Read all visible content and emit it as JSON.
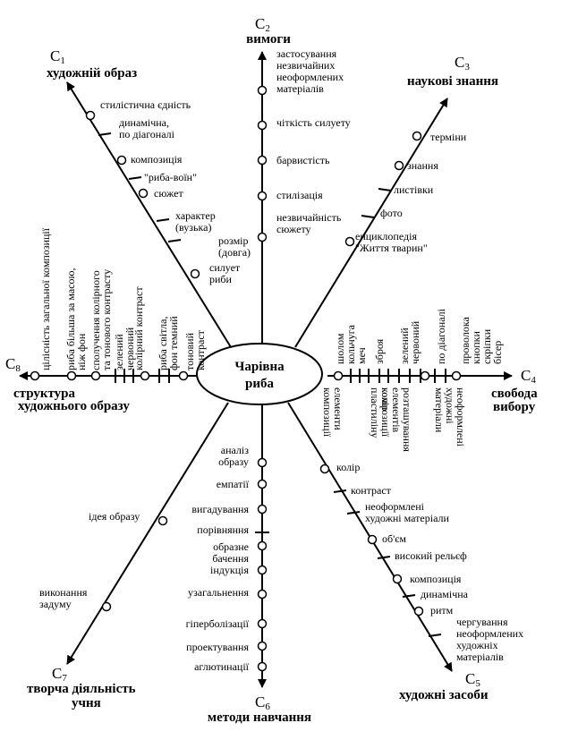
{
  "center": {
    "line1": "Чарівна",
    "line2": "риба"
  },
  "axes": {
    "c1": {
      "letter": "C",
      "index": "1",
      "title": "художній образ"
    },
    "c2": {
      "letter": "C",
      "index": "2",
      "title": "вимоги"
    },
    "c3": {
      "letter": "C",
      "index": "3",
      "title": "наукові знання"
    },
    "c4": {
      "letter": "C",
      "index": "4",
      "title_1": "свобода",
      "title_2": "вибору"
    },
    "c5": {
      "letter": "C",
      "index": "5",
      "title": "художні засоби"
    },
    "c6": {
      "letter": "C",
      "index": "6",
      "title": "методи навчання"
    },
    "c7": {
      "letter": "C",
      "index": "7",
      "title_1": "творча діяльність",
      "title_2": "учня"
    },
    "c8": {
      "letter": "C",
      "index": "8",
      "title_1": "структура",
      "title_2": "художнього образу"
    }
  },
  "labels": {
    "c2": [
      [
        "застосування",
        "незвичайних",
        "неоформлених",
        "матеріалів"
      ],
      [
        "чіткість силуету"
      ],
      [
        "барвистість"
      ],
      [
        "стилізація"
      ],
      [
        "незвичайність",
        "сюжету"
      ]
    ],
    "c1": [
      [
        "стилістична єдність"
      ],
      [
        "динамічна,",
        "по діагоналі"
      ],
      [
        "композиція"
      ],
      [
        "\"риба-воїн\""
      ],
      [
        "сюжет"
      ],
      [
        "характер",
        "(вузька)"
      ],
      [
        "розмір",
        "(довга)"
      ],
      [
        "силует",
        "риби"
      ]
    ],
    "c3": [
      [
        "терміни"
      ],
      [
        "знання"
      ],
      [
        "листівки"
      ],
      [
        "фото"
      ],
      [
        "енциклопедія",
        "\"Життя тварин\""
      ]
    ],
    "c8": [
      [
        "цілісність загальної композиції"
      ],
      [
        "риба більша за масою,",
        "ніж фон"
      ],
      [
        "сполучення колірного",
        "та тонового контрасту"
      ],
      [
        "зелений",
        "червоний"
      ],
      [
        "колірний контраст"
      ],
      [
        "риба світла,",
        "фон темний"
      ],
      [
        "тоновий",
        "контраст"
      ]
    ],
    "c4_top": [
      [
        "шолом",
        "кольчуга",
        "меч"
      ],
      [
        "зброя"
      ],
      [
        "зелений",
        "червоний"
      ],
      [
        "по діагоналі"
      ],
      [
        "проволока",
        "кнопки",
        "скріпки",
        "бісер"
      ]
    ],
    "c4_bottom": [
      [
        "елементи",
        "композиції"
      ],
      [
        "колір",
        "пластиліну"
      ],
      [
        "розташування",
        "елементів",
        "композиції"
      ],
      [
        "неоформлені",
        "художні",
        "матеріали"
      ]
    ],
    "c6": [
      [
        "аналіз",
        "образу"
      ],
      [
        "емпатії"
      ],
      [
        "вигадування"
      ],
      [
        "порівняння"
      ],
      [
        "образне",
        "бачення"
      ],
      [
        "індукція"
      ],
      [
        "узагальнення"
      ],
      [
        "гіперболізації"
      ],
      [
        "проектування"
      ],
      [
        "аглютинації"
      ]
    ],
    "c5": [
      [
        "колір"
      ],
      [
        "контраст"
      ],
      [
        "неоформлені",
        "художні матеріали"
      ],
      [
        "об'єм"
      ],
      [
        "високий рельєф"
      ],
      [
        "композиція"
      ],
      [
        "динамічна"
      ],
      [
        "ритм"
      ],
      [
        "чергування",
        "неоформлених",
        "художніх",
        "матеріалів"
      ]
    ],
    "c7": [
      [
        "ідея образу"
      ],
      [
        "виконання",
        "задуму"
      ]
    ]
  }
}
